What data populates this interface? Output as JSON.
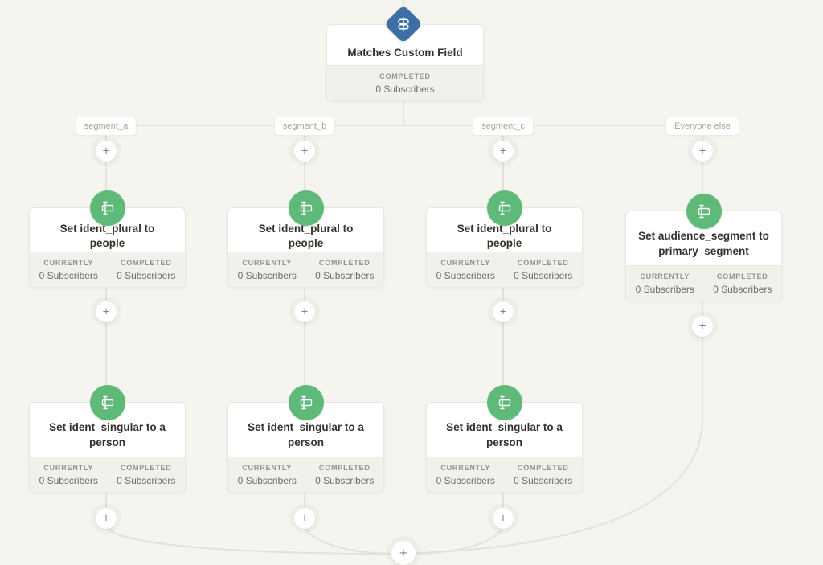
{
  "app": {
    "name": "visual-automation-builder"
  },
  "colors": {
    "background": "#f5f4ee",
    "connector": "#e2e1db",
    "trigger_blue": "#3d6ea5",
    "action_green": "#5fb978",
    "footer_gray": "#f1f0ea"
  },
  "icons": {
    "plus": "+",
    "trigger": "filter-icon",
    "action": "custom-field-icon"
  },
  "labels": {
    "currently": "CURRENTLY",
    "completed": "COMPLETED"
  },
  "trigger": {
    "title": "Matches Custom Field",
    "status_label": "COMPLETED",
    "status_value": "0 Subscribers"
  },
  "branches": [
    {
      "label": "segment_a",
      "nodes": [
        {
          "title": "Set ident_plural to people",
          "currently": "0 Subscribers",
          "completed": "0 Subscribers"
        },
        {
          "title": "Set ident_singular to a person",
          "currently": "0 Subscribers",
          "completed": "0 Subscribers"
        }
      ]
    },
    {
      "label": "segment_b",
      "nodes": [
        {
          "title": "Set ident_plural to people",
          "currently": "0 Subscribers",
          "completed": "0 Subscribers"
        },
        {
          "title": "Set ident_singular to a person",
          "currently": "0 Subscribers",
          "completed": "0 Subscribers"
        }
      ]
    },
    {
      "label": "segment_c",
      "nodes": [
        {
          "title": "Set ident_plural to people",
          "currently": "0 Subscribers",
          "completed": "0 Subscribers"
        },
        {
          "title": "Set ident_singular to a person",
          "currently": "0 Subscribers",
          "completed": "0 Subscribers"
        }
      ]
    },
    {
      "label": "Everyone else",
      "nodes": [
        {
          "title": "Set audience_segment to primary_segment",
          "currently": "0 Subscribers",
          "completed": "0 Subscribers"
        }
      ]
    }
  ]
}
